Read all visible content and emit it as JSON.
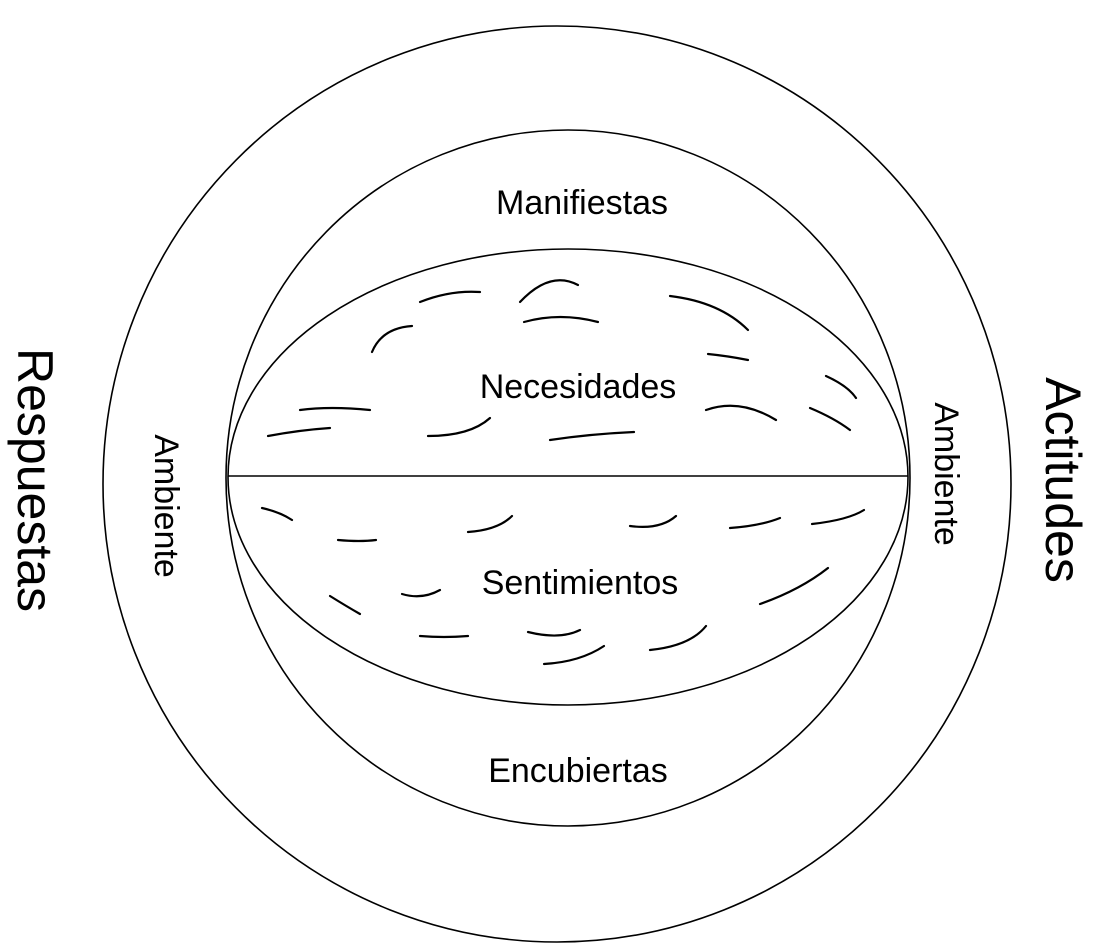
{
  "diagram": {
    "outer_left_label": "Respuestas",
    "outer_right_label": "Actitudes",
    "top_label": "Manifiestas",
    "bottom_label": "Encubiertas",
    "left_ring_label": "Ambiente",
    "right_ring_label": "Ambiente",
    "upper_half_label": "Necesidades",
    "lower_half_label": "Sentimientos"
  },
  "colors": {
    "line": "#000000",
    "background": "#ffffff"
  }
}
